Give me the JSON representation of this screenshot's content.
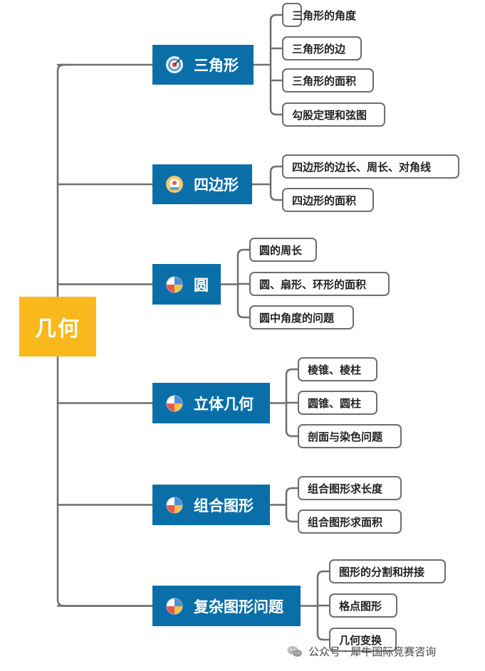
{
  "root": {
    "label": "几何"
  },
  "branches": [
    {
      "label": "三角形",
      "icon": "target-icon",
      "leaves": [
        "三角形的角度",
        "三角形的边",
        "三角形的面积",
        "勾股定理和弦图"
      ]
    },
    {
      "label": "四边形",
      "icon": "badge-icon",
      "leaves": [
        "四边形的边长、周长、对角线",
        "四边形的面积"
      ]
    },
    {
      "label": "圆",
      "icon": "pie-chart-icon",
      "leaves": [
        "圆的周长",
        "圆、扇形、环形的面积",
        "圆中角度的问题"
      ]
    },
    {
      "label": "立体几何",
      "icon": "pie-chart-icon",
      "leaves": [
        "棱锥、棱柱",
        "圆锥、圆柱",
        "剖面与染色问题"
      ]
    },
    {
      "label": "组合图形",
      "icon": "pie-chart-icon",
      "leaves": [
        "组合图形求长度",
        "组合图形求面积"
      ]
    },
    {
      "label": "复杂图形问题",
      "icon": "pie-chart-icon",
      "leaves": [
        "图形的分割和拼接",
        "格点图形",
        "几何变换"
      ]
    }
  ],
  "watermark": {
    "text": "公众号 · 犀牛国际竞赛咨询",
    "icon": "wechat-icon"
  },
  "colors": {
    "root": "#f9b81b",
    "branch": "#0a6fa9",
    "line": "#6e6e6e"
  }
}
